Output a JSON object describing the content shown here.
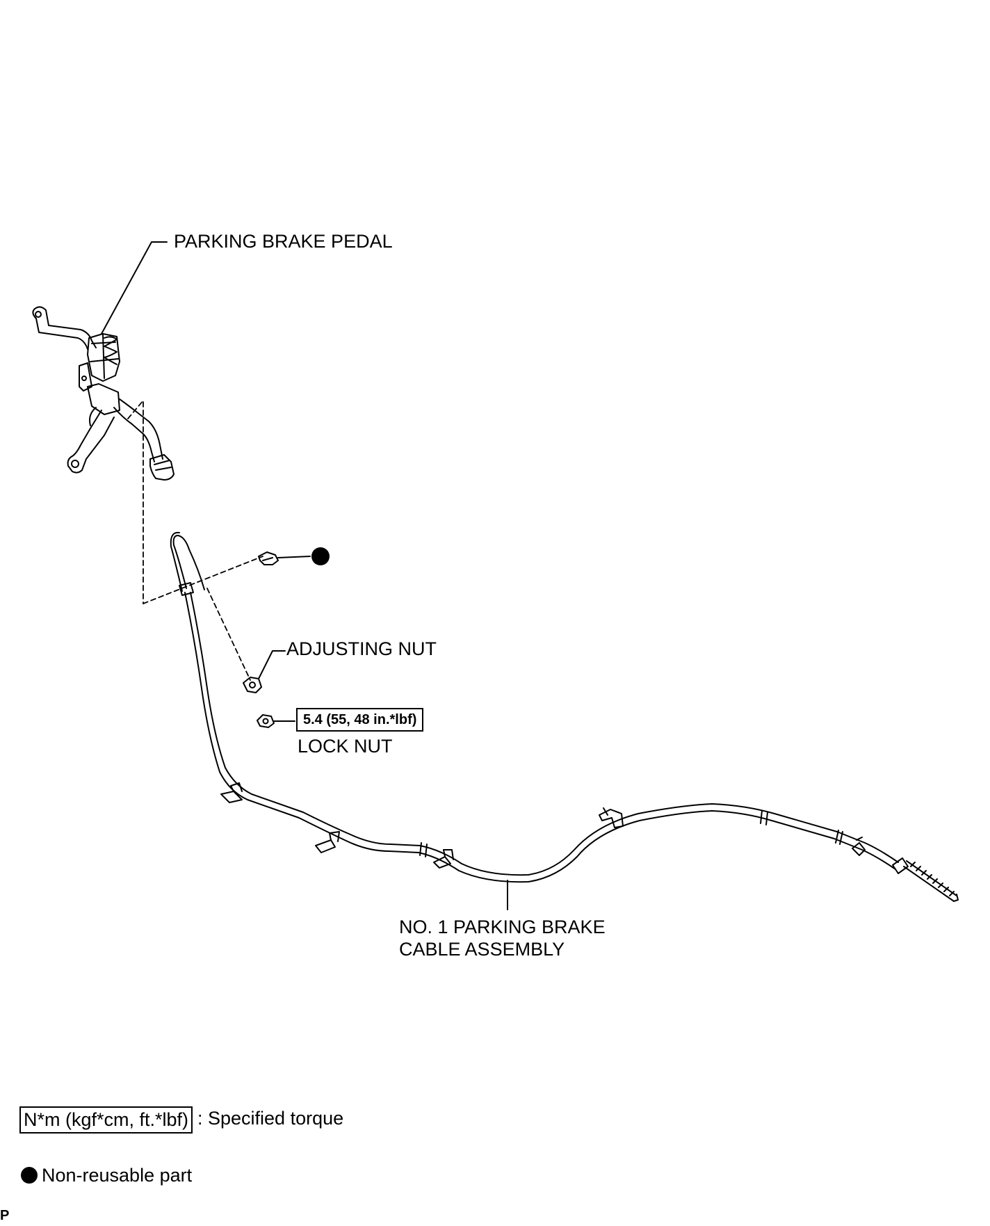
{
  "labels": {
    "parking_brake_pedal": "PARKING BRAKE PEDAL",
    "adjusting_nut": "ADJUSTING NUT",
    "lock_nut_torque": "5.4 (55, 48 in.*lbf)",
    "lock_nut": "LOCK NUT",
    "cable_line1": "NO. 1 PARKING BRAKE",
    "cable_line2": "CABLE ASSEMBLY"
  },
  "legend": {
    "torque_unit": "N*m (kgf*cm, ft.*lbf)",
    "torque_text": ": Specified torque",
    "nonreusable_text": "Non-reusable part"
  },
  "corner_mark": "P",
  "icons": {
    "nonreusable": "filled-circle-icon"
  }
}
